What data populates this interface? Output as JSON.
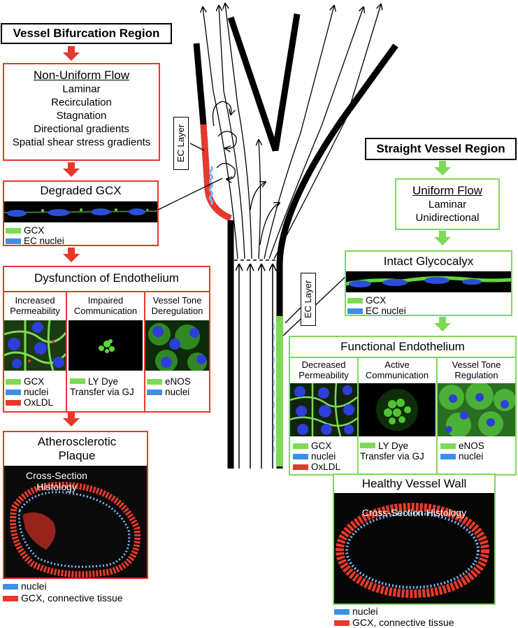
{
  "left": {
    "region": "Vessel Bifurcation Region",
    "flow_title": "Non-Uniform Flow",
    "flow_items": [
      "Laminar",
      "Recirculation",
      "Stagnation",
      "Directional gradients",
      "Spatial shear stress gradients"
    ],
    "gcx_title": "Degraded GCX",
    "gcx_legend": [
      "GCX",
      "EC nuclei"
    ],
    "endo_title": "Dysfunction of Endothelium",
    "endo_cols": [
      "Increased Permeability",
      "Impaired Communication",
      "Vessel Tone Deregulation"
    ],
    "endo_legend1": [
      "GCX",
      "nuclei",
      "OxLDL"
    ],
    "endo_legend2": "LY Dye Transfer via GJ",
    "endo_legend3": [
      "eNOS",
      "nuclei"
    ],
    "plaque_title": "Atherosclerotic Plaque",
    "plaque_label": "Cross-Section Histology",
    "plaque_legend": [
      "nuclei",
      "GCX, connective tissue"
    ]
  },
  "right": {
    "region": "Straight Vessel Region",
    "flow_title": "Uniform Flow",
    "flow_items": [
      "Laminar",
      "Unidirectional"
    ],
    "gcx_title": "Intact Glycocalyx",
    "gcx_legend": [
      "GCX",
      "EC nuclei"
    ],
    "endo_title": "Functional Endothelium",
    "endo_cols": [
      "Decreased Permeability",
      "Active Communication",
      "Vessel Tone Regulation"
    ],
    "endo_legend1": [
      "GCX",
      "nuclei",
      "OxLDL"
    ],
    "endo_legend2": "LY Dye Transfer via GJ",
    "endo_legend3": [
      "eNOS",
      "nuclei"
    ],
    "wall_title": "Healthy Vessel Wall",
    "wall_label": "Cross-Section Histology",
    "wall_legend": [
      "nuclei",
      "GCX, connective tissue"
    ]
  },
  "ec_layer": "EC Layer",
  "colors": {
    "red": "#e8382c",
    "green": "#7ed957",
    "blue": "#3d8fe6",
    "black": "#000000"
  }
}
